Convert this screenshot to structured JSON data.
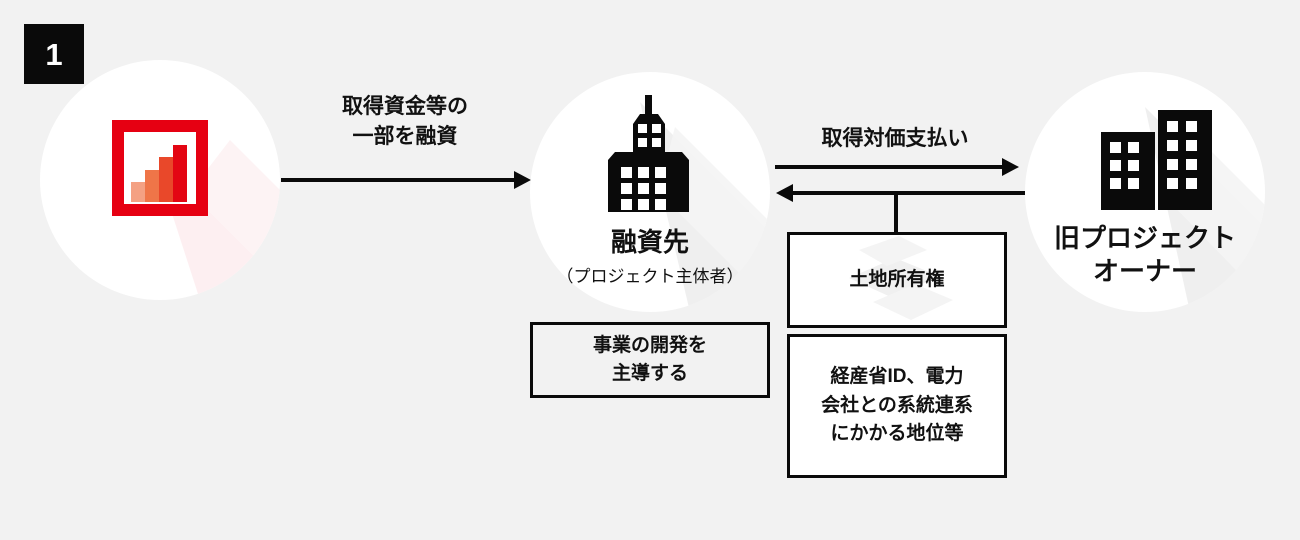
{
  "diagram": {
    "step_number": "1",
    "accent_color": "#e60012",
    "background_color": "#f2f2f2",
    "ink_color": "#0a0a0a"
  },
  "nodes": {
    "lender": {
      "icon": "bar-chart-framed-icon",
      "label": "",
      "sublabel": ""
    },
    "borrower": {
      "icon": "tower-building-icon",
      "label": "融資先",
      "sublabel": "（プロジェクト主体者）"
    },
    "former_owner": {
      "icon": "two-buildings-icon",
      "label": "旧プロジェクト\nオーナー",
      "sublabel": ""
    }
  },
  "arrows": {
    "loan": {
      "label": "取得資金等の\n一部を融資",
      "direction": "right"
    },
    "payment": {
      "label": "取得対価支払い",
      "direction": "right"
    },
    "transfer": {
      "label": "",
      "direction": "left"
    }
  },
  "boxes": {
    "development_lead": {
      "text": "事業の開発を\n主導する"
    },
    "land_ownership": {
      "text": "土地所有権"
    },
    "grid_status": {
      "text": "経産省ID、電力\n会社との系統連系\nにかかる地位等"
    }
  }
}
